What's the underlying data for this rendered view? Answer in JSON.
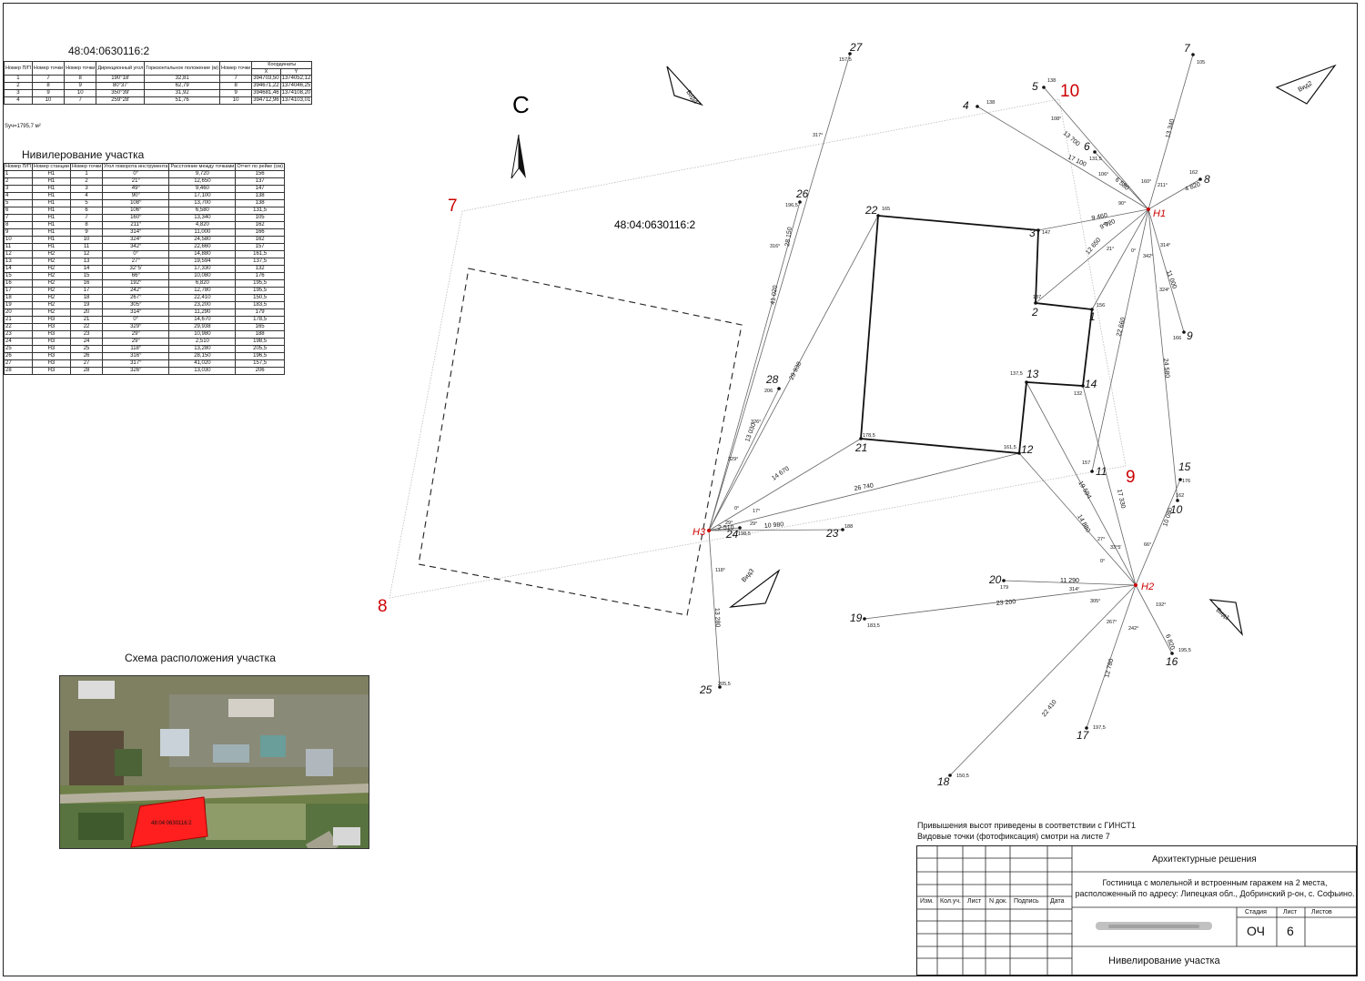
{
  "sheet": {
    "parcel_id": "48:04:0630116:2",
    "north_letter": "С",
    "view_label": "Вид",
    "view_numbers": [
      "1",
      "2",
      "3",
      "4"
    ]
  },
  "coord_table": {
    "title": "48:04:0630116:2",
    "headers": [
      "Номер П/П",
      "Номер точки",
      "Номер точки",
      "Дирекционный угол",
      "Горизонтальное положение (м)",
      "Номер точки",
      "Координаты",
      "X",
      "Y"
    ],
    "rows": [
      [
        "1",
        "7",
        "8",
        "190°18'",
        "32,81",
        "7",
        "394703,50",
        "1374052,12"
      ],
      [
        "2",
        "8",
        "9",
        "80°37'",
        "62,79",
        "8",
        "394671,22",
        "1374046,25"
      ],
      [
        "3",
        "9",
        "10",
        "350°39'",
        "31,92",
        "9",
        "394681,46",
        "1374108,20"
      ],
      [
        "4",
        "10",
        "7",
        "259°28'",
        "51,76",
        "10",
        "394712,96",
        "1374103,01"
      ]
    ],
    "area_note": "Sуч=1795,7 м²"
  },
  "level_table": {
    "title": "Нивилерование участка",
    "headers": [
      "Номер П/П",
      "Номер станции",
      "Номер точки",
      "Угол поворота инструмента",
      "Расстояние между точками",
      "Отчет по рейке (см)"
    ],
    "rows": [
      [
        "1",
        "Н1",
        "1",
        "0°",
        "9,720",
        "156"
      ],
      [
        "2",
        "Н1",
        "2",
        "21°",
        "12,650",
        "137"
      ],
      [
        "3",
        "Н1",
        "3",
        "49°",
        "9,460",
        "147"
      ],
      [
        "4",
        "Н1",
        "4",
        "90°",
        "17,100",
        "138"
      ],
      [
        "5",
        "Н1",
        "5",
        "108°",
        "13,700",
        "138"
      ],
      [
        "6",
        "Н1",
        "6",
        "106°",
        "6,580",
        "131,5"
      ],
      [
        "7",
        "Н1",
        "7",
        "160°",
        "13,340",
        "105"
      ],
      [
        "8",
        "Н1",
        "8",
        "211°",
        "4,820",
        "162"
      ],
      [
        "9",
        "Н1",
        "9",
        "314°",
        "11,000",
        "166"
      ],
      [
        "10",
        "Н1",
        "10",
        "324°",
        "24,580",
        "162"
      ],
      [
        "11",
        "Н1",
        "11",
        "342°",
        "22,660",
        "157"
      ],
      [
        "12",
        "Н2",
        "12",
        "0°",
        "14,880",
        "161,5"
      ],
      [
        "13",
        "Н2",
        "13",
        "27°",
        "19,594",
        "137,5"
      ],
      [
        "14",
        "Н2",
        "14",
        "32°5'",
        "17,330",
        "132"
      ],
      [
        "15",
        "Н2",
        "15",
        "66°",
        "10,080",
        "176"
      ],
      [
        "16",
        "Н2",
        "16",
        "192°",
        "6,820",
        "195,5"
      ],
      [
        "17",
        "Н2",
        "17",
        "242°",
        "12,780",
        "195,5"
      ],
      [
        "18",
        "Н2",
        "18",
        "267°",
        "22,410",
        "150,5"
      ],
      [
        "19",
        "Н2",
        "19",
        "305°",
        "23,200",
        "183,5"
      ],
      [
        "20",
        "Н2",
        "20",
        "314°",
        "11,290",
        "179"
      ],
      [
        "21",
        "Н3",
        "21",
        "0°",
        "14,670",
        "178,5"
      ],
      [
        "22",
        "Н3",
        "22",
        "329°",
        "29,938",
        "165"
      ],
      [
        "23",
        "Н3",
        "23",
        "29°",
        "10,980",
        "188"
      ],
      [
        "24",
        "Н3",
        "24",
        "29°",
        "2,510",
        "198,5"
      ],
      [
        "25",
        "Н3",
        "25",
        "118°",
        "13,280",
        "205,5"
      ],
      [
        "26",
        "Н3",
        "26",
        "316°",
        "28,150",
        "196,5"
      ],
      [
        "27",
        "Н3",
        "27",
        "317°",
        "41,020",
        "157,5"
      ],
      [
        "28",
        "Н3",
        "28",
        "326°",
        "13,030",
        "206"
      ]
    ]
  },
  "scheme": {
    "title": "Схема расположения участка",
    "parcel_label": "48:04:0630116:2"
  },
  "notes": {
    "line1": "Привышения высот приведены в соответствии с ГИНСТ1",
    "line2": "Видовые точки (фотофиксация) смотри на листе 7"
  },
  "stamp": {
    "section": "Архитектурные решения",
    "project": "Гостиница с молельной и встроенным гаражем на 2 места, расположенный по адресу: Липецкая обл., Добринский р-он, с. Софьино.",
    "cols": [
      "Изм.",
      "Кол.уч.",
      "Лист",
      "N док.",
      "Подпись",
      "Дата"
    ],
    "stage_label": "Стадия",
    "sheet_label": "Лист",
    "sheets_label": "Листов",
    "stage": "ОЧ",
    "sheet": "6",
    "sheets": "",
    "drawing_title": "Нивелирование участка"
  },
  "stations": [
    {
      "id": "H1",
      "label": "Н1"
    },
    {
      "id": "H2",
      "label": "Н2"
    },
    {
      "id": "H3",
      "label": "Н3"
    }
  ],
  "points": [
    {
      "n": "1",
      "h": "156"
    },
    {
      "n": "2",
      "h": "137"
    },
    {
      "n": "3",
      "h": "147"
    },
    {
      "n": "4",
      "h": "138"
    },
    {
      "n": "5",
      "h": "138"
    },
    {
      "n": "6",
      "h": "131,5"
    },
    {
      "n": "7",
      "h": "105"
    },
    {
      "n": "8",
      "h": "162"
    },
    {
      "n": "9",
      "h": "166"
    },
    {
      "n": "10",
      "h": "162"
    },
    {
      "n": "11",
      "h": "157"
    },
    {
      "n": "12",
      "h": "161,5"
    },
    {
      "n": "13",
      "h": "137,5"
    },
    {
      "n": "14",
      "h": "132"
    },
    {
      "n": "15",
      "h": "176"
    },
    {
      "n": "16",
      "h": "195,5"
    },
    {
      "n": "17",
      "h": "197,5"
    },
    {
      "n": "18",
      "h": "150,5"
    },
    {
      "n": "19",
      "h": "183,5"
    },
    {
      "n": "20",
      "h": "179"
    },
    {
      "n": "21",
      "h": "178,5"
    },
    {
      "n": "22",
      "h": "165"
    },
    {
      "n": "23",
      "h": "188"
    },
    {
      "n": "24",
      "h": "198,5"
    },
    {
      "n": "25",
      "h": "205,5"
    },
    {
      "n": "26",
      "h": "196,5"
    },
    {
      "n": "27",
      "h": "157,5"
    },
    {
      "n": "28",
      "h": "206"
    }
  ],
  "corners": [
    "7",
    "8",
    "9",
    "10"
  ],
  "distances": [
    "9 720",
    "12 650",
    "9 460",
    "17 100",
    "13 700",
    "6 580",
    "13 340",
    "4 820",
    "11 000",
    "24 580",
    "22 660",
    "14 880",
    "19 594",
    "17 330",
    "10 080",
    "6 820",
    "12 780",
    "22 410",
    "23 200",
    "11 290",
    "14 670",
    "29 938",
    "10 980",
    "2 510",
    "13 280",
    "28 150",
    "41 020",
    "13 030",
    "26 740"
  ],
  "angles": [
    "0°",
    "21°",
    "49°",
    "90°",
    "108°",
    "106°",
    "160°",
    "211°",
    "314°",
    "324°",
    "342°",
    "0°",
    "27°",
    "33°5'",
    "66°",
    "192°",
    "242°",
    "267°",
    "305°",
    "314°",
    "0°",
    "329°",
    "29°",
    "29°",
    "118°",
    "316°",
    "317°",
    "326°",
    "17°"
  ]
}
